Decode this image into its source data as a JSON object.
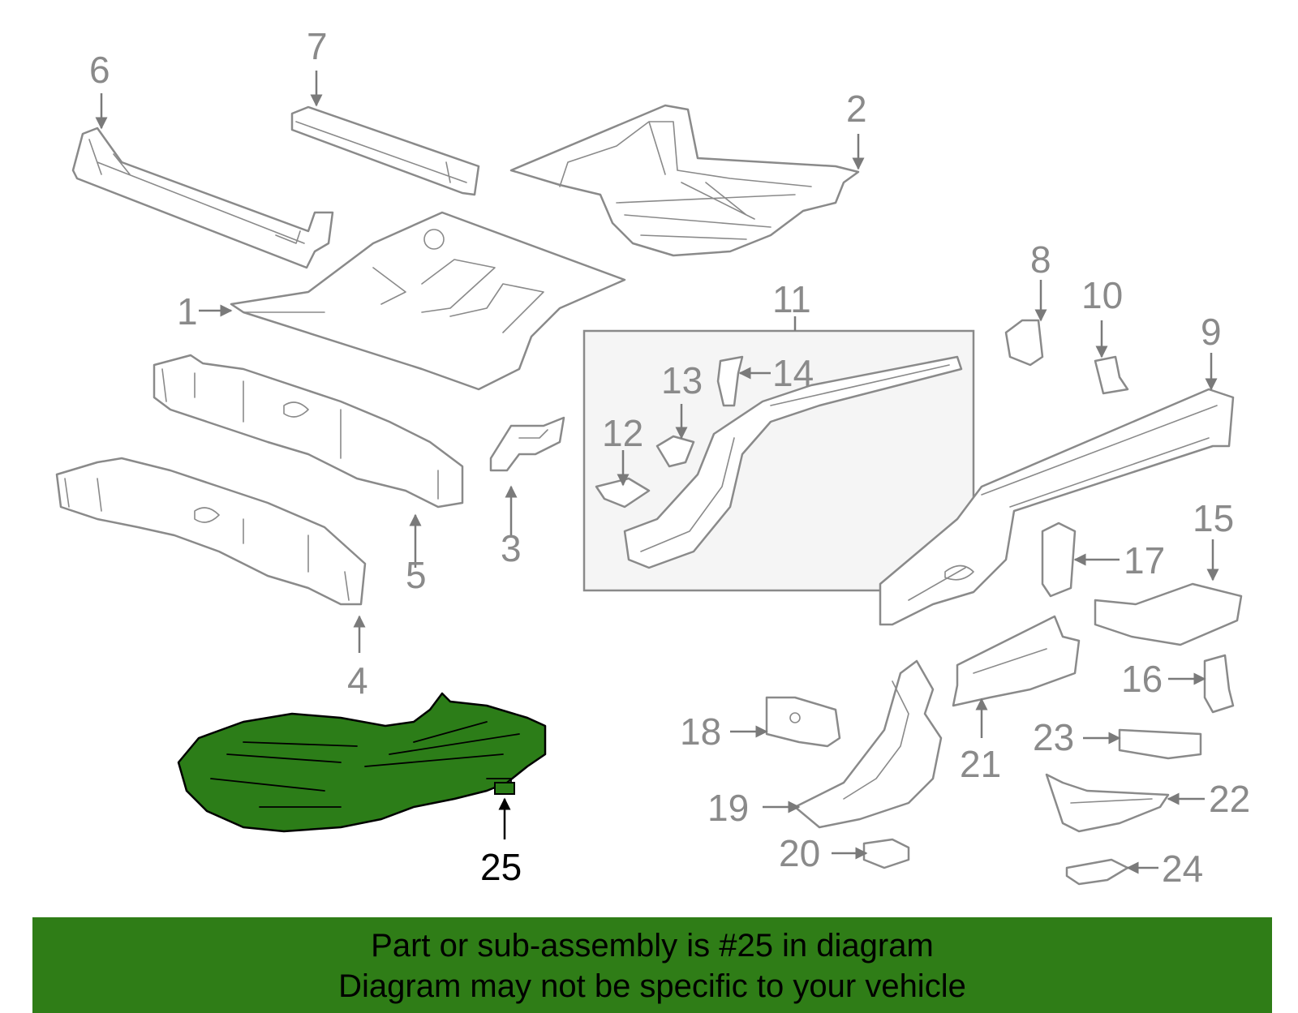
{
  "colors": {
    "banner_bg": "#2f7d17",
    "highlight_part": "#2c7d18",
    "part_outline": "#8a8a8a",
    "panel_bg": "#f5f5f5"
  },
  "callouts": {
    "c1": "1",
    "c2": "2",
    "c3": "3",
    "c4": "4",
    "c5": "5",
    "c6": "6",
    "c7": "7",
    "c8": "8",
    "c9": "9",
    "c10": "10",
    "c11": "11",
    "c12": "12",
    "c13": "13",
    "c14": "14",
    "c15": "15",
    "c16": "16",
    "c17": "17",
    "c18": "18",
    "c19": "19",
    "c20": "20",
    "c21": "21",
    "c22": "22",
    "c23": "23",
    "c24": "24",
    "c25": "25"
  },
  "highlighted_part": "25",
  "banner": {
    "line1": "Part or sub-assembly is #25 in diagram",
    "line2": "Diagram may not be specific to your vehicle"
  }
}
